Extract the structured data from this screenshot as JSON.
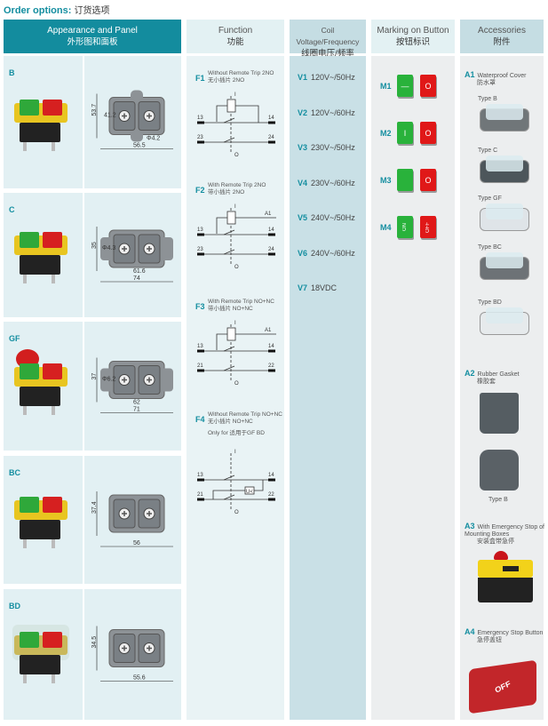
{
  "title": {
    "en": "Order options:",
    "zh": "订货选项"
  },
  "headers": [
    {
      "en": "Appearance and Panel",
      "zh": "外形图和面板"
    },
    {
      "en": "Function",
      "zh": "功能"
    },
    {
      "en": "Coil Voltage/Frequency",
      "zh": "线圈电压/频率"
    },
    {
      "en": "Marking on Button",
      "zh": "按钮标识"
    },
    {
      "en": "Accessories",
      "zh": "附件"
    }
  ],
  "colors": {
    "accent": "#148ea0",
    "header_active": "#138c9e",
    "panel": "#e2f0f3",
    "coil": "#c9e0e6",
    "grey": "#eceeef"
  },
  "appearance": [
    {
      "code": "B",
      "dims": [
        "53.7",
        "41.2",
        "Φ4.2",
        "56.5"
      ]
    },
    {
      "code": "C",
      "dims": [
        "35",
        "Φ4.3",
        "61.6",
        "74"
      ]
    },
    {
      "code": "GF",
      "dims": [
        "37",
        "Φ6.2",
        "62",
        "71"
      ]
    },
    {
      "code": "BC",
      "dims": [
        "37.4",
        "56"
      ]
    },
    {
      "code": "BD",
      "dims": [
        "34.5",
        "55.6"
      ]
    }
  ],
  "functions": [
    {
      "code": "F1",
      "en": "Without Remote Trip  2NO",
      "zh": "无小插片  2NO",
      "terminals": [
        "13",
        "14",
        "23",
        "24",
        "I",
        "O"
      ]
    },
    {
      "code": "F2",
      "en": "With Remote Trip  2NO",
      "zh": "带小插片 2NO",
      "terminals": [
        "A1",
        "13",
        "14",
        "23",
        "24",
        "I",
        "O"
      ]
    },
    {
      "code": "F3",
      "en": "With Remote Trip NO+NC",
      "zh": "带小插片 NO+NC",
      "terminals": [
        "A1",
        "13",
        "14",
        "21",
        "22",
        "I",
        "O"
      ]
    },
    {
      "code": "F4",
      "en": "Without Remote Trip NO+NC",
      "zh": "无小插片 NO+NC",
      "note": "Only for 适用于GF  BD",
      "terminals": [
        "13",
        "14",
        "21",
        "22",
        "I",
        "O",
        "U<"
      ]
    }
  ],
  "voltages": [
    {
      "code": "V1",
      "value": "120V~/50Hz"
    },
    {
      "code": "V2",
      "value": "120V~/60Hz"
    },
    {
      "code": "V3",
      "value": "230V~/50Hz"
    },
    {
      "code": "V4",
      "value": "230V~/60Hz"
    },
    {
      "code": "V5",
      "value": "240V~/50Hz"
    },
    {
      "code": "V6",
      "value": "240V~/60Hz"
    },
    {
      "code": "V7",
      "value": "18VDC"
    }
  ],
  "markings": [
    {
      "code": "M1",
      "on": "—",
      "off": "O"
    },
    {
      "code": "M2",
      "on": "I",
      "off": "O"
    },
    {
      "code": "M3",
      "on": "",
      "off": "O"
    },
    {
      "code": "M4",
      "on": "ON",
      "off": "OFF"
    }
  ],
  "accessories": {
    "a1": {
      "code": "A1",
      "en": "Waterproof Cover",
      "zh": "防水罩",
      "types": [
        "Type B",
        "Type C",
        "Type GF",
        "Type BC",
        "Type BD"
      ]
    },
    "a2": {
      "code": "A2",
      "en": "Rubber Gasket",
      "zh": "橡胶套",
      "type": "Type B"
    },
    "a3": {
      "code": "A3",
      "en": "With Emergency Stop of Mounting Boxes",
      "zh": "安装盒带急停"
    },
    "a4": {
      "code": "A4",
      "en": "Emergency Stop Button",
      "zh": "急停盖钮",
      "label": "OFF"
    }
  }
}
